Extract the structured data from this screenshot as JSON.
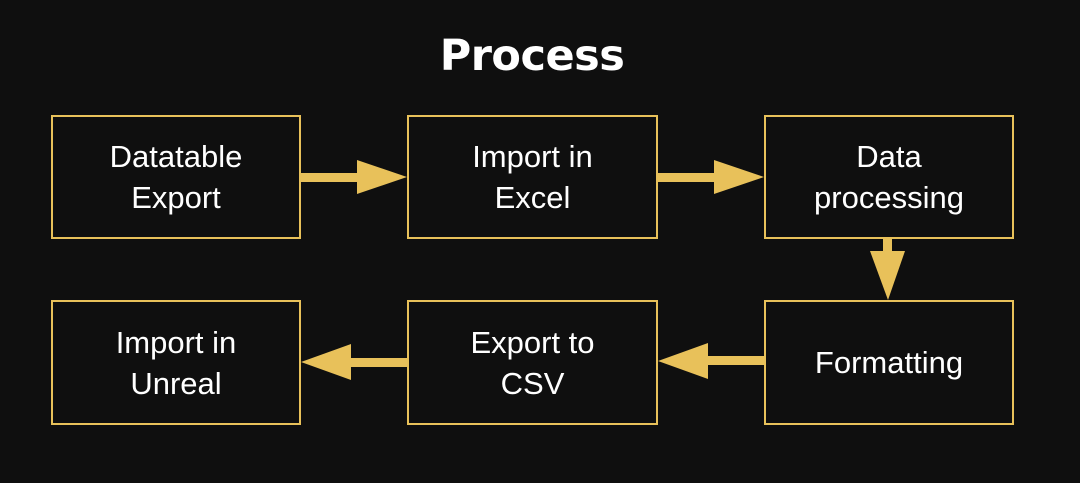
{
  "title": "Process",
  "colors": {
    "background": "#0f0f0f",
    "accent": "#e8c15a",
    "text": "#ffffff"
  },
  "steps": [
    {
      "line1": "Datatable",
      "line2": "Export"
    },
    {
      "line1": "Import in",
      "line2": "Excel"
    },
    {
      "line1": "Data",
      "line2": "processing"
    },
    {
      "line1": "Formatting"
    },
    {
      "line1": "Export to",
      "line2": "CSV"
    },
    {
      "line1": "Import in",
      "line2": "Unreal"
    }
  ]
}
